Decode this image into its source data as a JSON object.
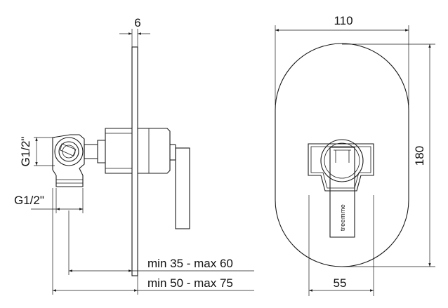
{
  "dimensions": {
    "plate_thickness": "6",
    "width": "110",
    "height": "180",
    "center_offset": "55",
    "inlet_thread": "G1/2\"",
    "outlet_thread": "G1/2\"",
    "depth_range_1": "min 35 - max 60",
    "depth_range_2": "min 50 - max 75"
  },
  "brand": "treemme"
}
